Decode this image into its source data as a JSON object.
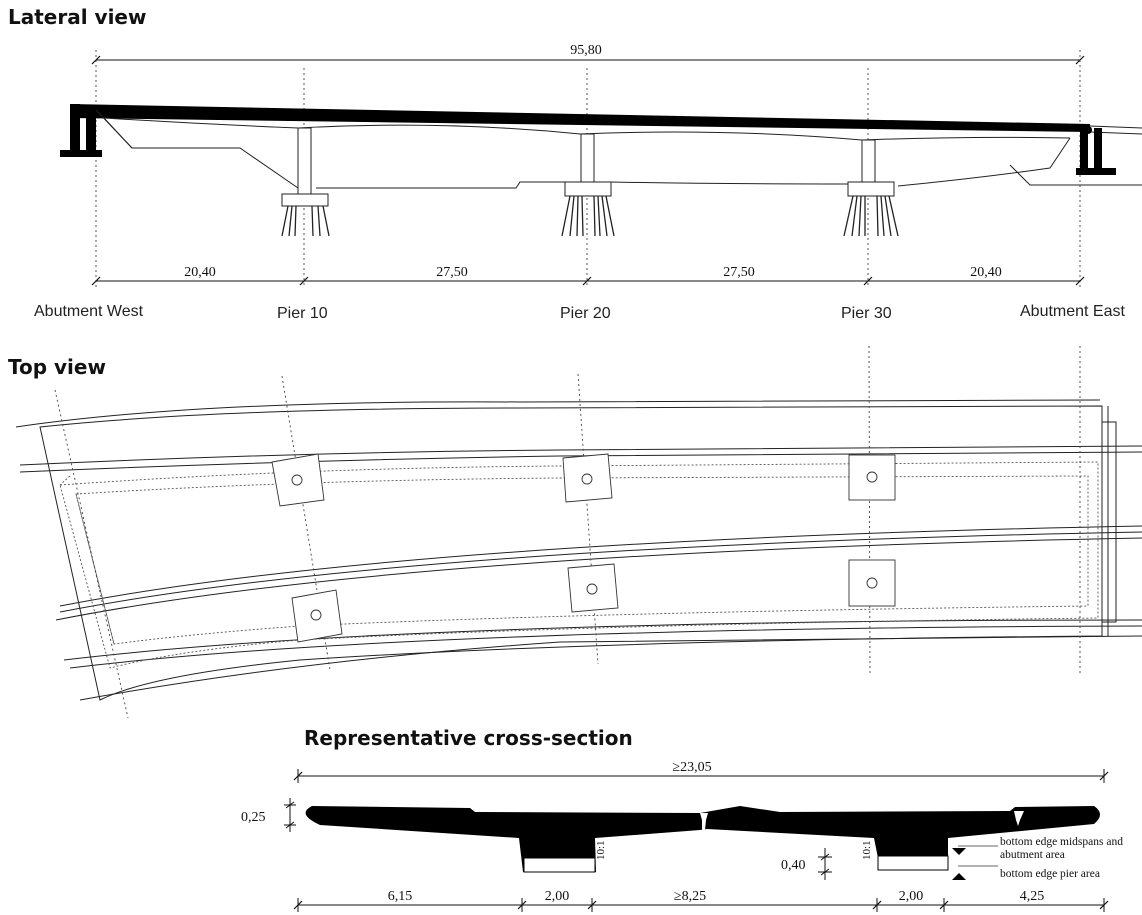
{
  "lateral": {
    "title": "Lateral view",
    "total_length": "95,80",
    "spans": [
      "20,40",
      "27,50",
      "27,50",
      "20,40"
    ],
    "supports": [
      "Abutment West",
      "Pier 10",
      "Pier 20",
      "Pier 30",
      "Abutment East"
    ]
  },
  "top": {
    "title": "Top view"
  },
  "section": {
    "title": "Representative cross-section",
    "total_width": "≥23,05",
    "deck_thickness": "0,25",
    "web_height": "0,40",
    "slope_left": "10:1",
    "slope_right": "10:1",
    "widths": [
      "6,15",
      "2,00",
      "≥8,25",
      "2,00",
      "4,25"
    ],
    "legend": {
      "midspan": "bottom edge midspans and abutment area",
      "pier": "bottom edge pier area"
    }
  }
}
